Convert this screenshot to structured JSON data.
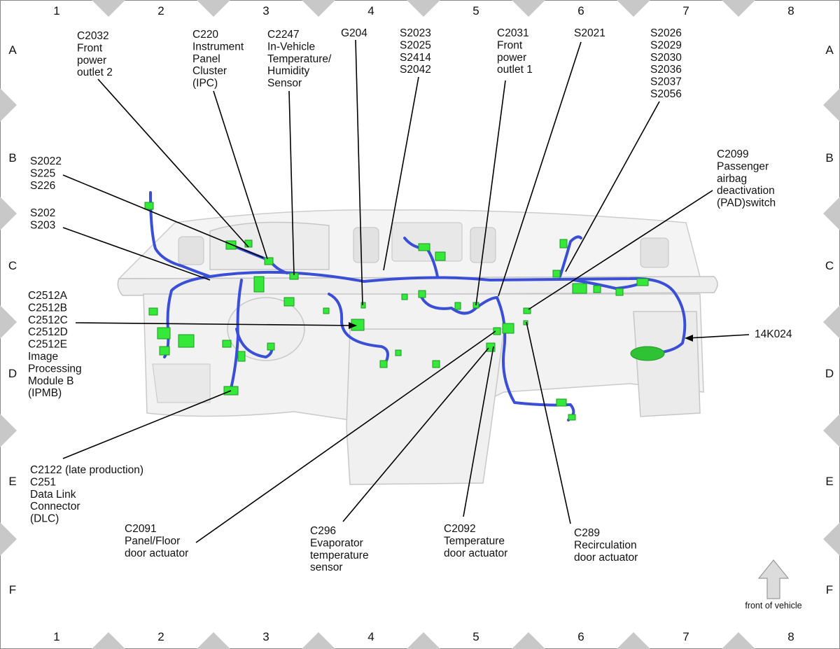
{
  "grid": {
    "columns": [
      "1",
      "2",
      "3",
      "4",
      "5",
      "6",
      "7",
      "8"
    ],
    "rows": [
      "A",
      "B",
      "C",
      "D",
      "E",
      "F"
    ]
  },
  "callouts": [
    {
      "id": "c2032",
      "lines": [
        "C2032",
        "Front",
        "power",
        "outlet 2"
      ]
    },
    {
      "id": "c220",
      "lines": [
        "C220",
        "Instrument",
        "Panel",
        "Cluster",
        "(IPC)"
      ]
    },
    {
      "id": "c2247",
      "lines": [
        "C2247",
        "In-Vehicle",
        "Temperature/",
        "Humidity",
        "Sensor"
      ]
    },
    {
      "id": "g204",
      "lines": [
        "G204"
      ]
    },
    {
      "id": "s2023",
      "lines": [
        "S2023",
        "S2025",
        "S2414",
        "S2042"
      ]
    },
    {
      "id": "c2031",
      "lines": [
        "C2031",
        "Front",
        "power",
        "outlet 1"
      ]
    },
    {
      "id": "s2021",
      "lines": [
        "S2021"
      ]
    },
    {
      "id": "s2026",
      "lines": [
        "S2026",
        "S2029",
        "S2030",
        "S2036",
        "S2037",
        "S2056"
      ]
    },
    {
      "id": "s2022",
      "lines": [
        "S2022",
        "S225",
        "S226"
      ]
    },
    {
      "id": "s202",
      "lines": [
        "S202",
        "S203"
      ]
    },
    {
      "id": "c2099",
      "lines": [
        "C2099",
        "Passenger",
        "airbag",
        "deactivation",
        "(PAD)switch"
      ]
    },
    {
      "id": "c2512",
      "lines": [
        "C2512A",
        "C2512B",
        "C2512C",
        "C2512D",
        "C2512E",
        "Image",
        "Processing",
        "Module B",
        "(IPMB)"
      ]
    },
    {
      "id": "k14024",
      "lines": [
        "14K024"
      ]
    },
    {
      "id": "c2122",
      "lines": [
        "C2122 (late production)",
        "C251",
        "Data Link",
        "Connector",
        "(DLC)"
      ]
    },
    {
      "id": "c2091",
      "lines": [
        "C2091",
        "Panel/Floor",
        "door actuator"
      ]
    },
    {
      "id": "c296",
      "lines": [
        "C296",
        "Evaporator",
        "temperature",
        "sensor"
      ]
    },
    {
      "id": "c2092",
      "lines": [
        "C2092",
        "Temperature",
        "door actuator"
      ]
    },
    {
      "id": "c289",
      "lines": [
        "C289",
        "Recirculation",
        "door actuator"
      ]
    }
  ],
  "direction_note": "front of vehicle",
  "colors": {
    "harness": "#3a4fd6",
    "connector": "#35e83a",
    "frame_marker": "#c8c8c8",
    "dash_fill": "#f2f2f2",
    "dash_stroke": "#c9c9c9"
  }
}
